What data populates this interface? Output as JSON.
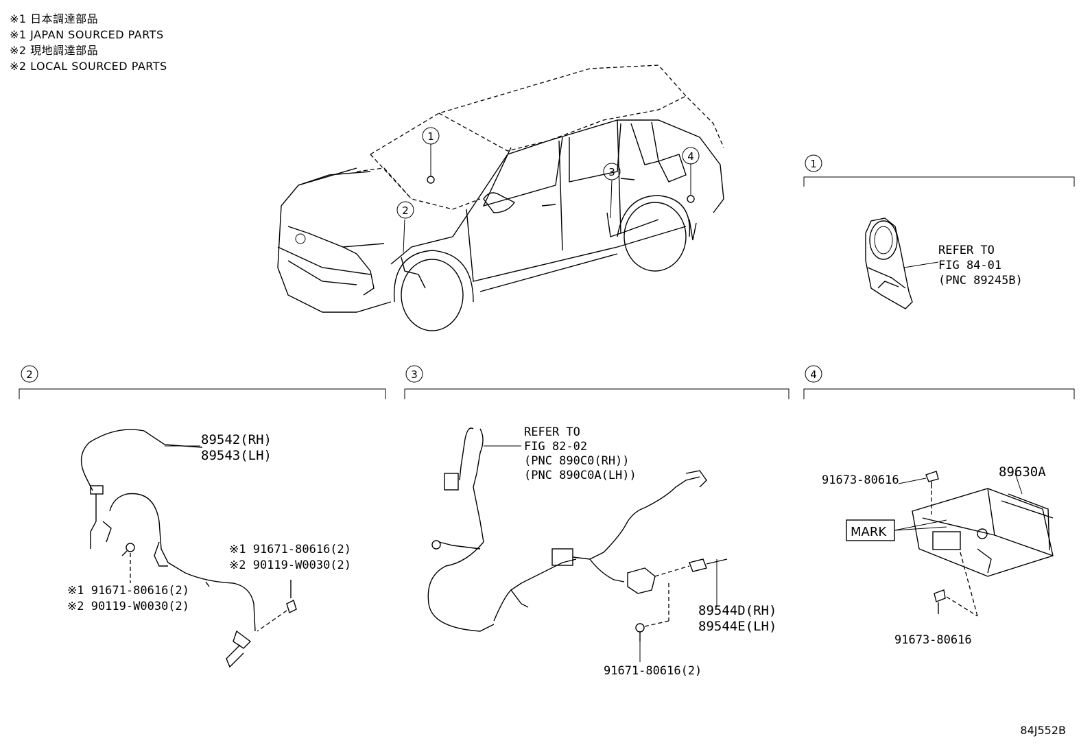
{
  "notes": [
    "※1 日本調達部品",
    "※1 JAPAN SOURCED PARTS",
    "※2 現地調達部品",
    "※2 LOCAL SOURCED PARTS"
  ],
  "callout_numbers": [
    "1",
    "2",
    "3",
    "4"
  ],
  "section1": {
    "ref": [
      "REFER TO",
      "FIG 84-01",
      "(PNC 89245B)"
    ]
  },
  "section2": {
    "sensor_parts": [
      "89542(RH)",
      "89543(LH)"
    ],
    "bolt_left": [
      "※1 91671-80616(2)",
      "※2 90119-W0030(2)"
    ],
    "bolt_right": [
      "※1 91671-80616(2)",
      "※2 90119-W0030(2)"
    ]
  },
  "section3": {
    "ref": [
      "REFER TO",
      "FIG 82-02",
      "(PNC 890C0(RH))",
      "(PNC 890C0A(LH))"
    ],
    "harness_parts": [
      "89544D(RH)",
      "89544E(LH)"
    ],
    "bolt": "91671-80616(2)"
  },
  "section4": {
    "ecu_part": "89630A",
    "bolt_top": "91673-80616",
    "bolt_bottom": "91673-80616",
    "mark": "MARK"
  },
  "drawing_code": "84J552B"
}
